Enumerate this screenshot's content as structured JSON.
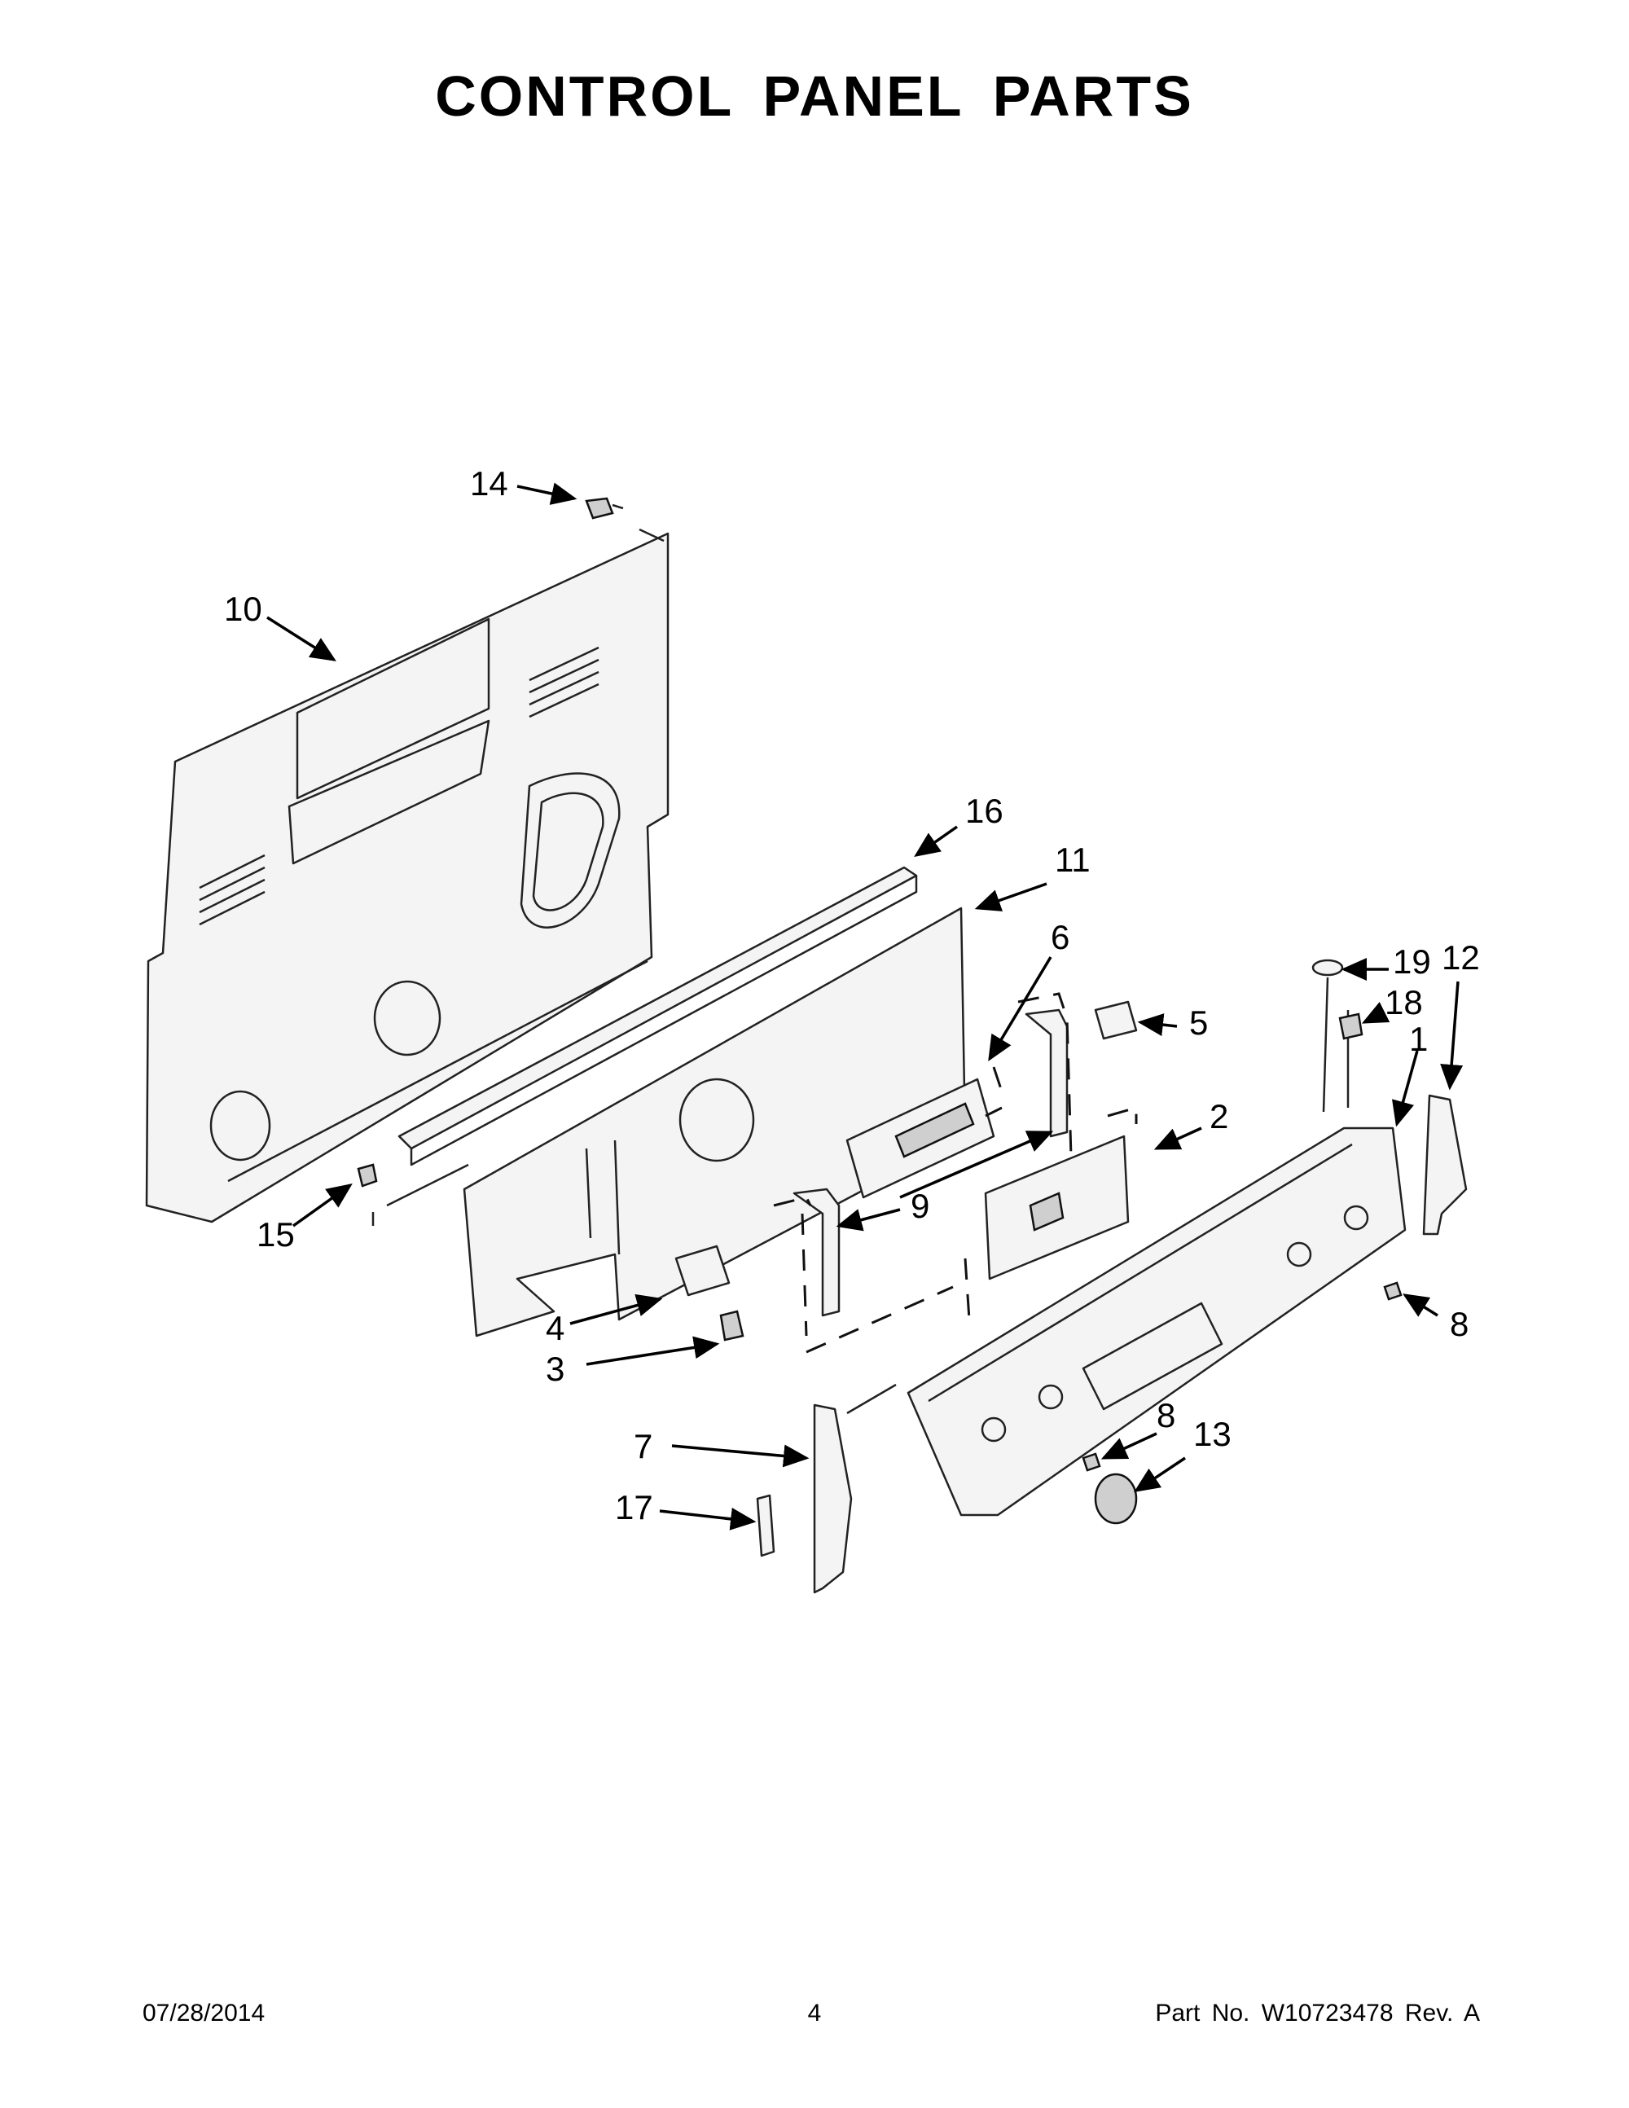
{
  "title": "CONTROL PANEL PARTS",
  "callouts": [
    "14",
    "10",
    "16",
    "11",
    "6",
    "5",
    "19",
    "12",
    "18",
    "1",
    "2",
    "9",
    "15",
    "4",
    "3",
    "8",
    "8",
    "13",
    "7",
    "17"
  ],
  "footer": {
    "date": "07/28/2014",
    "page": "4",
    "part": "Part No.  W10723478  Rev.  A"
  }
}
